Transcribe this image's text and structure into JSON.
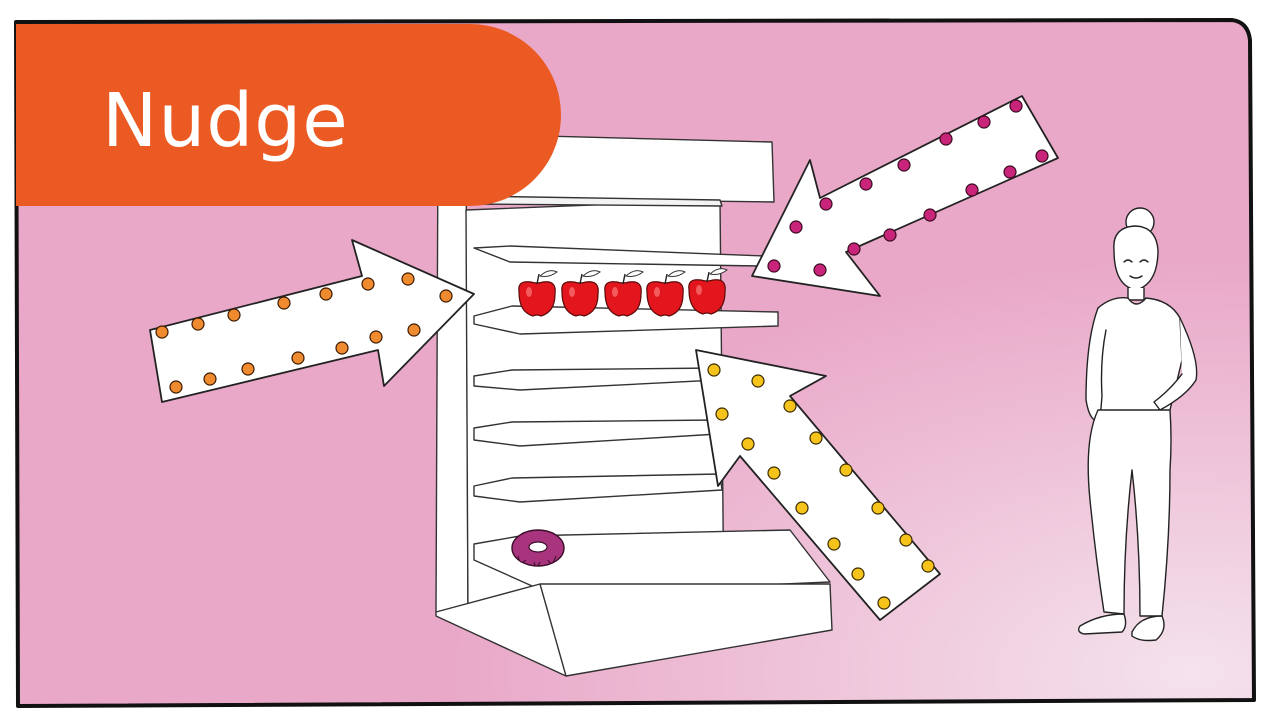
{
  "title": "Nudge",
  "colors": {
    "background": "#e9a8c8",
    "background_light": "#f2d8e6",
    "title_tab": "#eb5a22",
    "orange_dot": "#f08a2e",
    "magenta_dot": "#c8247a",
    "yellow_dot": "#f5c31a",
    "apple": "#e2161c",
    "donut": "#a8347e"
  },
  "scene": {
    "shelf_unit": "store-shelf",
    "apples_count": 5,
    "arrows": [
      "orange-arrow",
      "magenta-arrow",
      "yellow-arrow"
    ],
    "items": [
      "apple",
      "donut",
      "woman-figure"
    ]
  }
}
